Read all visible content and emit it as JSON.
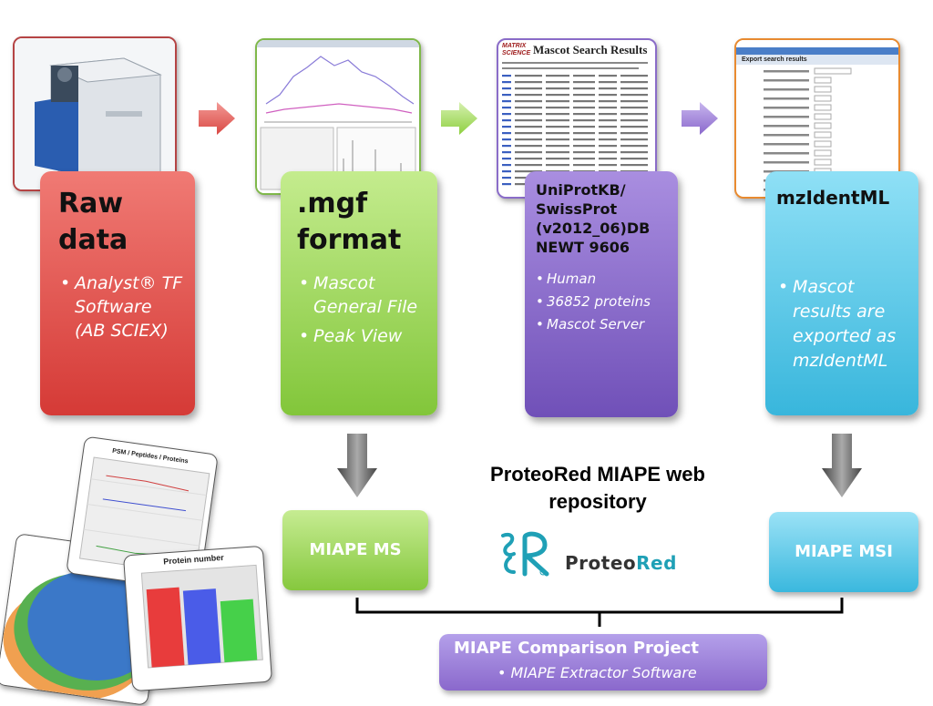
{
  "cards": {
    "raw": {
      "title": "Raw data",
      "bullets": [
        "Analyst® TF Software (AB SCIEX)"
      ]
    },
    "mgf": {
      "title": ".mgf format",
      "bullets": [
        "Mascot General File",
        "Peak View"
      ]
    },
    "uniprot": {
      "title": "UniProtKB/ SwissProt (v2012_06)DB NEWT 9606",
      "bullets": [
        "Human",
        "36852 proteins",
        "Mascot Server"
      ]
    },
    "mzid": {
      "title": "mzIdentML",
      "bullets": [
        "Mascot results are exported as mzIdentML"
      ]
    }
  },
  "mascot_thumb": {
    "logo": "MATRIX SCIENCE",
    "title": "Mascot Search Results"
  },
  "export_thumb": {
    "title": "Export search results"
  },
  "repository_title": "ProteoRed MIAPE web repository",
  "logo_text": {
    "part1": "Proteo",
    "part2": "Red"
  },
  "miape_ms": "MIAPE MS",
  "miape_msi": "MIAPE MSI",
  "comparison": {
    "title": "MIAPE Comparison Project",
    "bullet": "MIAPE Extractor Software"
  },
  "chart_peptides": {
    "title": "PSM / Peptides / Proteins"
  },
  "chart_protein": {
    "type": "bar",
    "title": "Protein number",
    "values": [
      6000,
      5700,
      4700
    ],
    "ylim": [
      0,
      7000
    ],
    "colors": [
      "#e83c3c",
      "#4a5ce8",
      "#46d04a"
    ]
  },
  "colors": {
    "red": "#d9433f",
    "green": "#8ed040",
    "purple": "#7d5cc0",
    "blue": "#3bbde0"
  }
}
